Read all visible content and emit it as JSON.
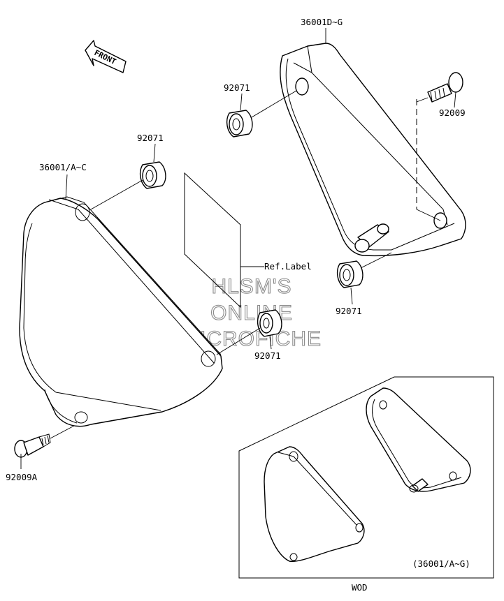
{
  "front_arrow": {
    "label": "FRONT"
  },
  "callouts": {
    "cover_right_part": "36001D~G",
    "grommet_right_upper": "92071",
    "bolt_right": "92009",
    "cover_left_part": "36001/A~C",
    "grommet_left_upper": "92071",
    "ref_label": "Ref.Label",
    "grommet_left_lower": "92071",
    "grommet_right_lower": "92071",
    "bolt_left": "92009A"
  },
  "watermark": {
    "line1": "HLSM'S",
    "line2": "ONLINE",
    "line3": "MICROFICHE"
  },
  "inset": {
    "parts": "(36001/A~G)",
    "caption": "WOD"
  }
}
